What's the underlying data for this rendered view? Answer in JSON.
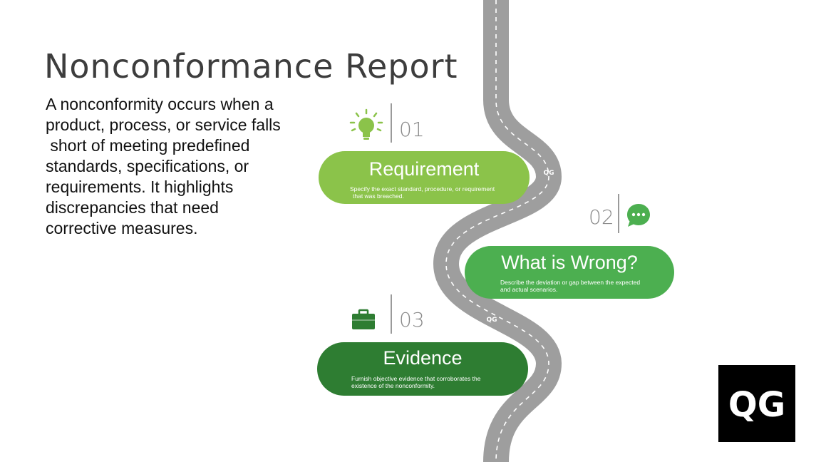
{
  "title": "Nonconformance Report",
  "intro": {
    "lines": [
      "A nonconformity occurs when a",
      "product, process, or service falls",
      " short of meeting predefined",
      "standards, specifications, or",
      "requirements. It highlights",
      "discrepancies that need",
      "corrective measures."
    ]
  },
  "steps": [
    {
      "number": "01",
      "heading": "Requirement",
      "desc_lines": [
        "Specify the exact standard, procedure, or requirement",
        "that was breached."
      ],
      "color": "#8bc34a",
      "icon": "lightbulb-icon"
    },
    {
      "number": "02",
      "heading": "What is Wrong?",
      "desc_lines": [
        "Describe the deviation or gap between the expected",
        "and actual scenarios."
      ],
      "color": "#4caf50",
      "icon": "chat-bubble-icon"
    },
    {
      "number": "03",
      "heading": "Evidence",
      "desc_lines": [
        "Furnish objective evidence that corroborates the",
        "existence of the nonconformity."
      ],
      "color": "#2e7d32",
      "icon": "briefcase-icon"
    }
  ],
  "logo": {
    "text": "QG"
  },
  "colors": {
    "road": "#9e9e9e",
    "title": "#3d3d3d",
    "logo_bg": "#000000"
  }
}
